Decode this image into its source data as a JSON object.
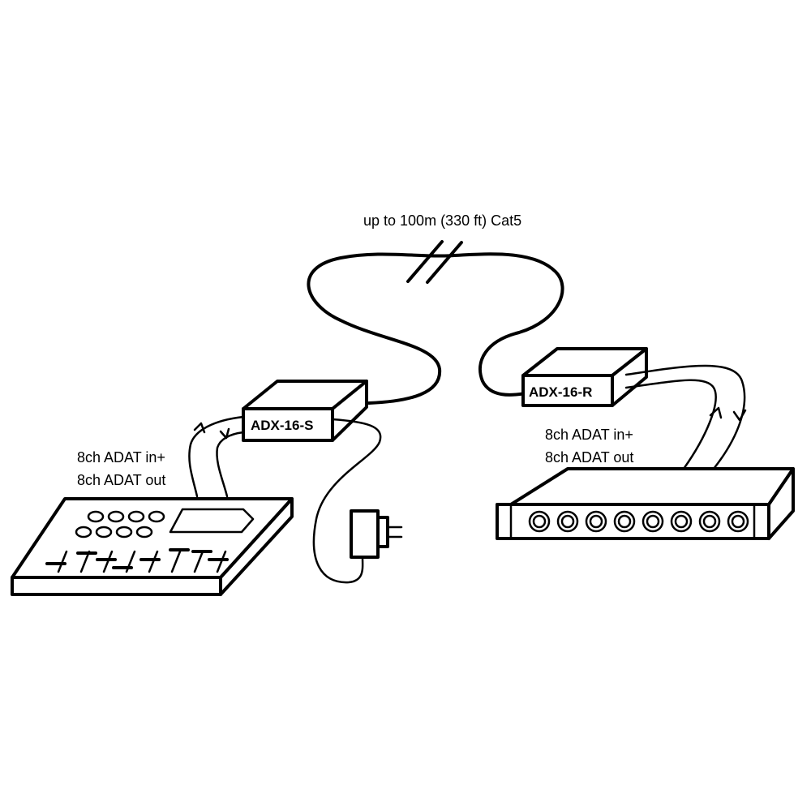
{
  "cable_label": "up to 100m (330 ft) Cat5",
  "sender": {
    "label": "ADX-16-S",
    "io_line1": "8ch ADAT in+",
    "io_line2": "8ch ADAT out"
  },
  "receiver": {
    "label": "ADX-16-R",
    "io_line1": "8ch ADAT in+",
    "io_line2": "8ch ADAT out"
  },
  "icons": [
    "mixer-console-icon",
    "power-adapter-icon",
    "rack-unit-icon"
  ]
}
